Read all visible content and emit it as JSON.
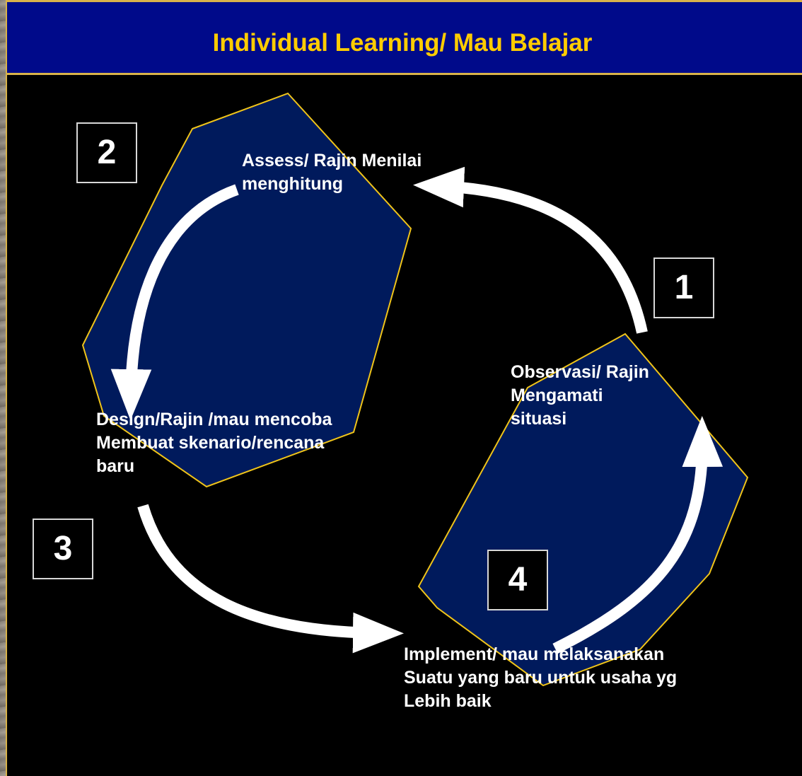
{
  "title": "Individual Learning/ Mau Belajar",
  "steps": [
    {
      "number": "1",
      "lines": [
        "Observasi/ Rajin",
        "Mengamati",
        "situasi"
      ]
    },
    {
      "number": "2",
      "lines": [
        "Assess/ Rajin Menilai",
        "menghitung"
      ]
    },
    {
      "number": "3",
      "lines": [
        "Design/Rajin /mau mencoba",
        "Membuat skenario/rencana",
        "baru"
      ]
    },
    {
      "number": "4",
      "lines": [
        "Implement/ mau melaksanakan",
        "Suatu yang baru untuk usaha yg",
        "Lebih baik"
      ]
    }
  ],
  "colors": {
    "title_bar": "#000a8a",
    "title_text": "#ffcc00",
    "shape_fill": "#001a5c",
    "shape_border": "#f0c419",
    "arrow": "#ffffff"
  }
}
